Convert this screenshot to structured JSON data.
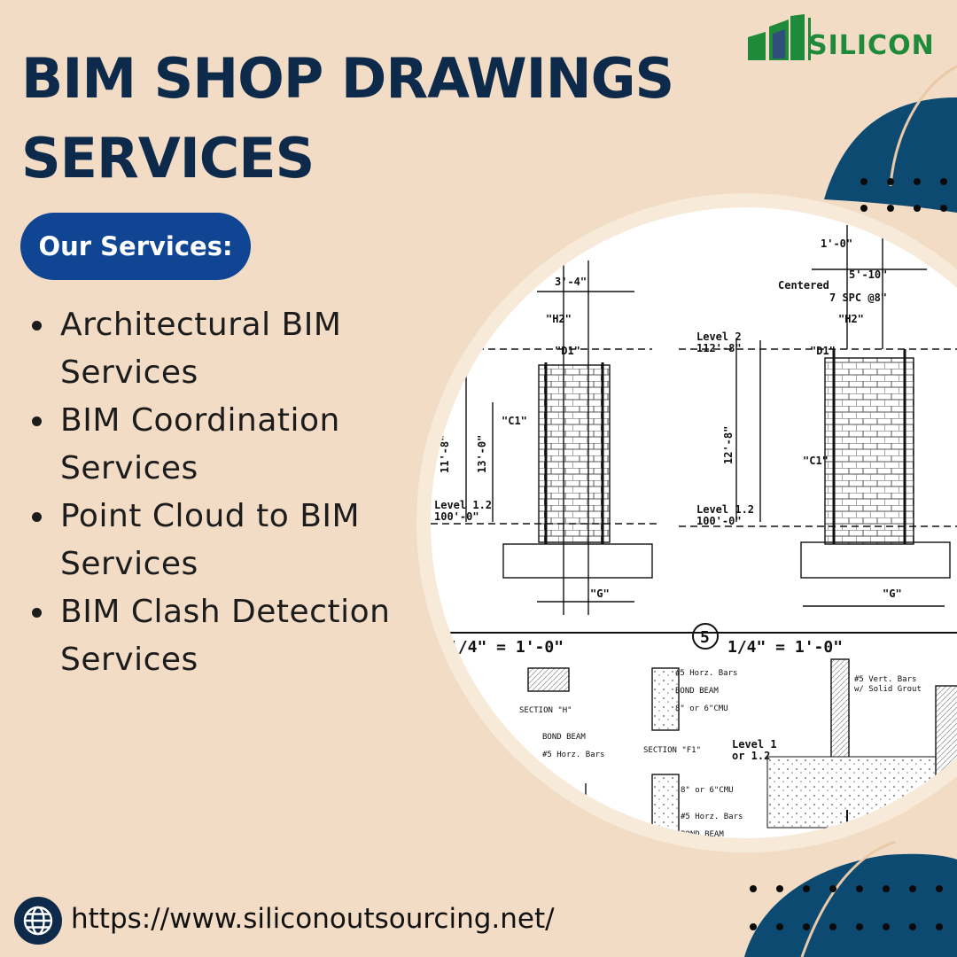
{
  "title": {
    "line1": "BIM SHOP DRAWINGS",
    "line2": "SERVICES"
  },
  "services_badge": "Our Services:",
  "services": [
    {
      "line1": "Architectural BIM",
      "line2": "Services"
    },
    {
      "line1": "BIM Coordination",
      "line2": "Services"
    },
    {
      "line1": "Point Cloud to BIM",
      "line2": "Services"
    },
    {
      "line1": "BIM Clash Detection",
      "line2": "Services"
    }
  ],
  "logo_text": "SILICON",
  "website": "https://www.siliconoutsourcing.net/",
  "drawing": {
    "level_2": "Level 2",
    "level_2_elev": "112'-8\"",
    "level_12": "Level 1.2",
    "level_12_elev": "100'-0\"",
    "level_1": "Level 1",
    "level_1_sub": "or 1.2",
    "scale": "1/4\" = 1'-0\"",
    "detail_no": "5",
    "centered": "Centered",
    "spc": "7 SPC @8\"",
    "bond_beam": "BOND BEAM",
    "cmu": "8\" or 6\"CMU",
    "horz_bars": "#5 Horz. Bars",
    "vert_bars": "#5 Vert. Bars",
    "solid_grout": "w/ Solid Grout",
    "section_h": "SECTION \"H\"",
    "section_f1": "SECTION \"F1\"",
    "tag_d1": "\"D1\"",
    "tag_c1": "\"C1\"",
    "tag_g": "\"G\"",
    "tag_h2": "\"H2\"",
    "dim_1": "1'-0\"",
    "dim_2": "5'-10\"",
    "dim_3": "3'-4\"",
    "dim_4": "11'-8\"",
    "dim_5": "13'-0\"",
    "dim_6": "12'-8\""
  },
  "colors": {
    "background": "#f2dcc5",
    "title": "#0d2a4a",
    "badge": "#0f4593",
    "blob": "#0c4a72",
    "logo_green": "#1f8a3a"
  },
  "icons": {
    "globe": "globe-icon",
    "logo": "silicon-logo-mark"
  }
}
